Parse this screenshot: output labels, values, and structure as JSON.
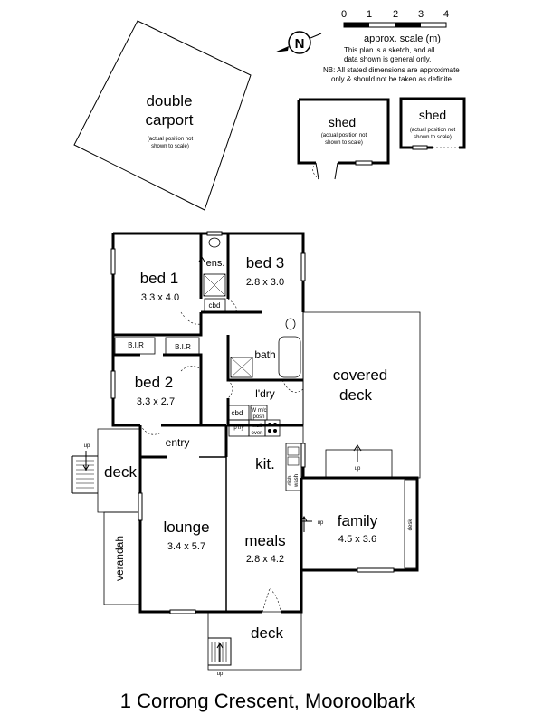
{
  "header": {
    "scale_ticks": [
      "0",
      "1",
      "2",
      "3",
      "4"
    ],
    "scale_label": "approx. scale (m)",
    "compass_letter": "N",
    "note_lines": [
      "This plan is a sketch, and all",
      "data shown is general only.",
      "NB: All stated dimensions are approximate",
      "only & should not be taken as definite."
    ]
  },
  "outbuildings": {
    "carport_name_1": "double",
    "carport_name_2": "carport",
    "carport_note_1": "(actual position not",
    "carport_note_2": "shown to scale)",
    "shed1_name": "shed",
    "shed1_note_1": "(actual position not",
    "shed1_note_2": "shown to scale)",
    "shed2_name": "shed",
    "shed2_note_1": "(actual position not",
    "shed2_note_2": "shown to scale)"
  },
  "rooms": {
    "bed1": {
      "name": "bed 1",
      "dims": "3.3 x 4.0"
    },
    "bed2": {
      "name": "bed 2",
      "dims": "3.3 x 2.7"
    },
    "bed3": {
      "name": "bed 3",
      "dims": "2.8 x 3.0"
    },
    "lounge": {
      "name": "lounge",
      "dims": "3.4 x 5.7"
    },
    "meals": {
      "name": "meals",
      "dims": "2.8 x 4.2"
    },
    "family": {
      "name": "family",
      "dims": "4.5 x 3.6"
    },
    "ens": "ens.",
    "bath": "bath",
    "ldry": "l'dry",
    "kit": "kit.",
    "entry": "entry",
    "covered_deck_1": "covered",
    "covered_deck_2": "deck",
    "deck_left": "deck",
    "deck_bottom": "deck",
    "verandah": "verandah"
  },
  "fixtures": {
    "bir_1": "B.I.R",
    "bir_2": "B.I.R",
    "cbd_1": "cbd",
    "cbd_2": "cbd",
    "ptry": "p'try",
    "wall_1": "wall",
    "wall_2": "oven",
    "wm_1": "W m/c",
    "wm_2": "posn",
    "dish_1": "dish",
    "dish_2": "wash",
    "desk": "desk",
    "up_1": "up",
    "up_2": "up",
    "up_3": "up",
    "up_4": "up"
  },
  "footer": {
    "address": "1 Corrong Crescent, Mooroolbark"
  }
}
